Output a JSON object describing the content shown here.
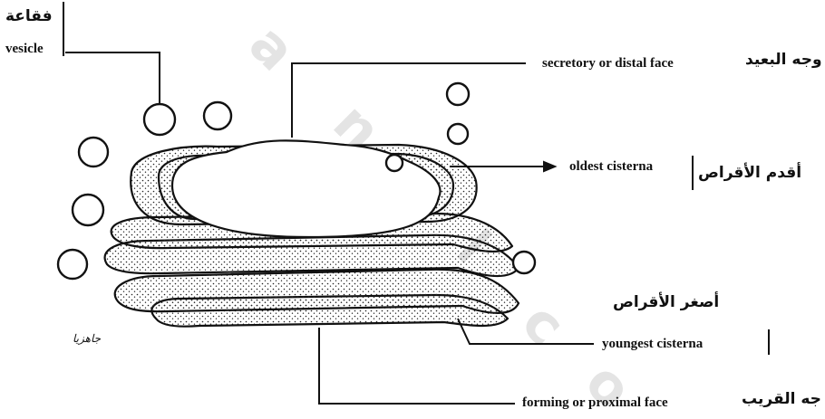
{
  "labels": {
    "vesicle_ar": "فقاعة",
    "vesicle_en": "vesicle",
    "distal_en": "secretory or distal face",
    "distal_ar": "وجه البعيد",
    "oldest_en": "oldest cisterna",
    "oldest_ar": "أقدم الأقراص",
    "youngest_ar": "أصغر الأقراص",
    "youngest_en": "youngest cisterna",
    "proximal_en": "forming or proximal face",
    "proximal_ar": "جه القريب",
    "signature": "جاهزيا"
  },
  "colors": {
    "ink": "#111111",
    "watermark": "#e4e4e4"
  }
}
